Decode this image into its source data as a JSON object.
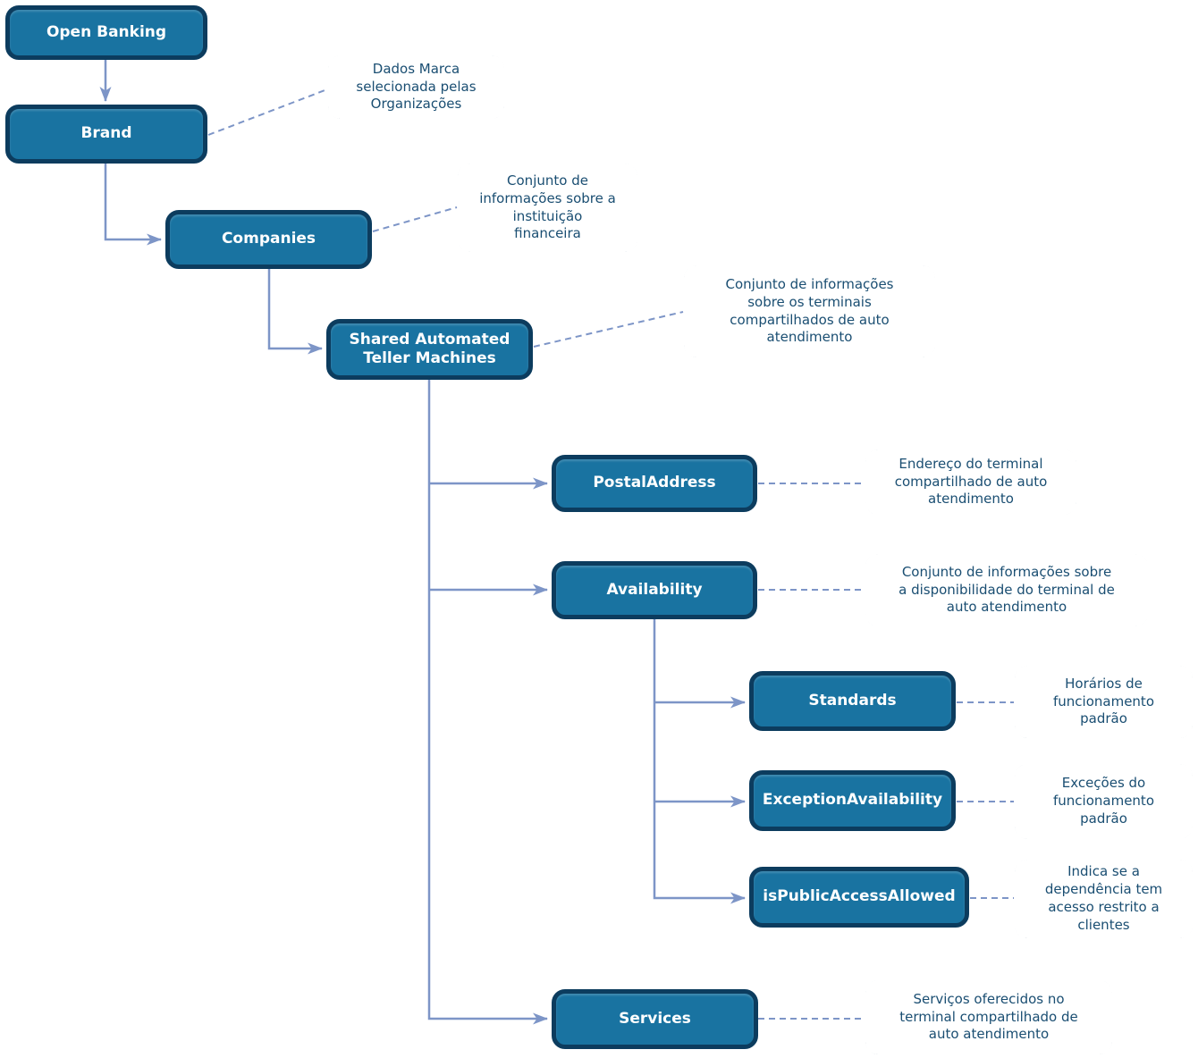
{
  "diagram": {
    "type": "hierarchy",
    "background": "#FFFFFF",
    "colors": {
      "node_fill": "#1973A1",
      "node_border": "#0C3C5E",
      "node_text": "#FFFFFF",
      "note_border": "#16456B",
      "note_text": "#1A4E72",
      "connector": "#7D95C7"
    },
    "nodes": [
      {
        "id": "open-banking",
        "label": "Open Banking",
        "parent": null
      },
      {
        "id": "brand",
        "label": "Brand",
        "parent": "Open Banking"
      },
      {
        "id": "companies",
        "label": "Companies",
        "parent": "Brand"
      },
      {
        "id": "shared-automated-teller-machines",
        "label": "Shared Automated\nTeller Machines",
        "parent": "Companies"
      },
      {
        "id": "postal-address",
        "label": "PostalAddress",
        "parent": "Shared Automated Teller Machines"
      },
      {
        "id": "availability",
        "label": "Availability",
        "parent": "Shared Automated Teller Machines"
      },
      {
        "id": "standards",
        "label": "Standards",
        "parent": "Availability"
      },
      {
        "id": "exception-availability",
        "label": "ExceptionAvailability",
        "parent": "Availability"
      },
      {
        "id": "is-public-access-allowed",
        "label": "isPublicAccessAllowed",
        "parent": "Availability"
      },
      {
        "id": "services",
        "label": "Services",
        "parent": "Shared Automated Teller Machines"
      }
    ],
    "notes": [
      {
        "id": "note-brand",
        "for": "Brand",
        "text": "Dados Marca\nselecionada pelas\nOrganizações"
      },
      {
        "id": "note-companies",
        "for": "Companies",
        "text": "Conjunto de\ninformações sobre a\ninstituição\nfinanceira"
      },
      {
        "id": "note-shared-automated-teller-machines",
        "for": "Shared Automated Teller Machines",
        "text": "Conjunto de informações\nsobre os terminais\ncompartilhados de auto\natendimento"
      },
      {
        "id": "note-postal-address",
        "for": "PostalAddress",
        "text": "Endereço do terminal\ncompartilhado de auto\natendimento"
      },
      {
        "id": "note-availability",
        "for": "Availability",
        "text": "Conjunto de informações sobre\na disponibilidade do terminal de\nauto atendimento"
      },
      {
        "id": "note-standards",
        "for": "Standards",
        "text": "Horários de\nfuncionamento\npadrão"
      },
      {
        "id": "note-exception-availability",
        "for": "ExceptionAvailability",
        "text": "Exceções do\nfuncionamento\npadrão"
      },
      {
        "id": "note-is-public-access-allowed",
        "for": "isPublicAccessAllowed",
        "text": "Indica se a\ndependência tem\nacesso restrito a\nclientes"
      },
      {
        "id": "note-services",
        "for": "Services",
        "text": "Serviços oferecidos no\nterminal compartilhado de\nauto atendimento"
      }
    ]
  }
}
